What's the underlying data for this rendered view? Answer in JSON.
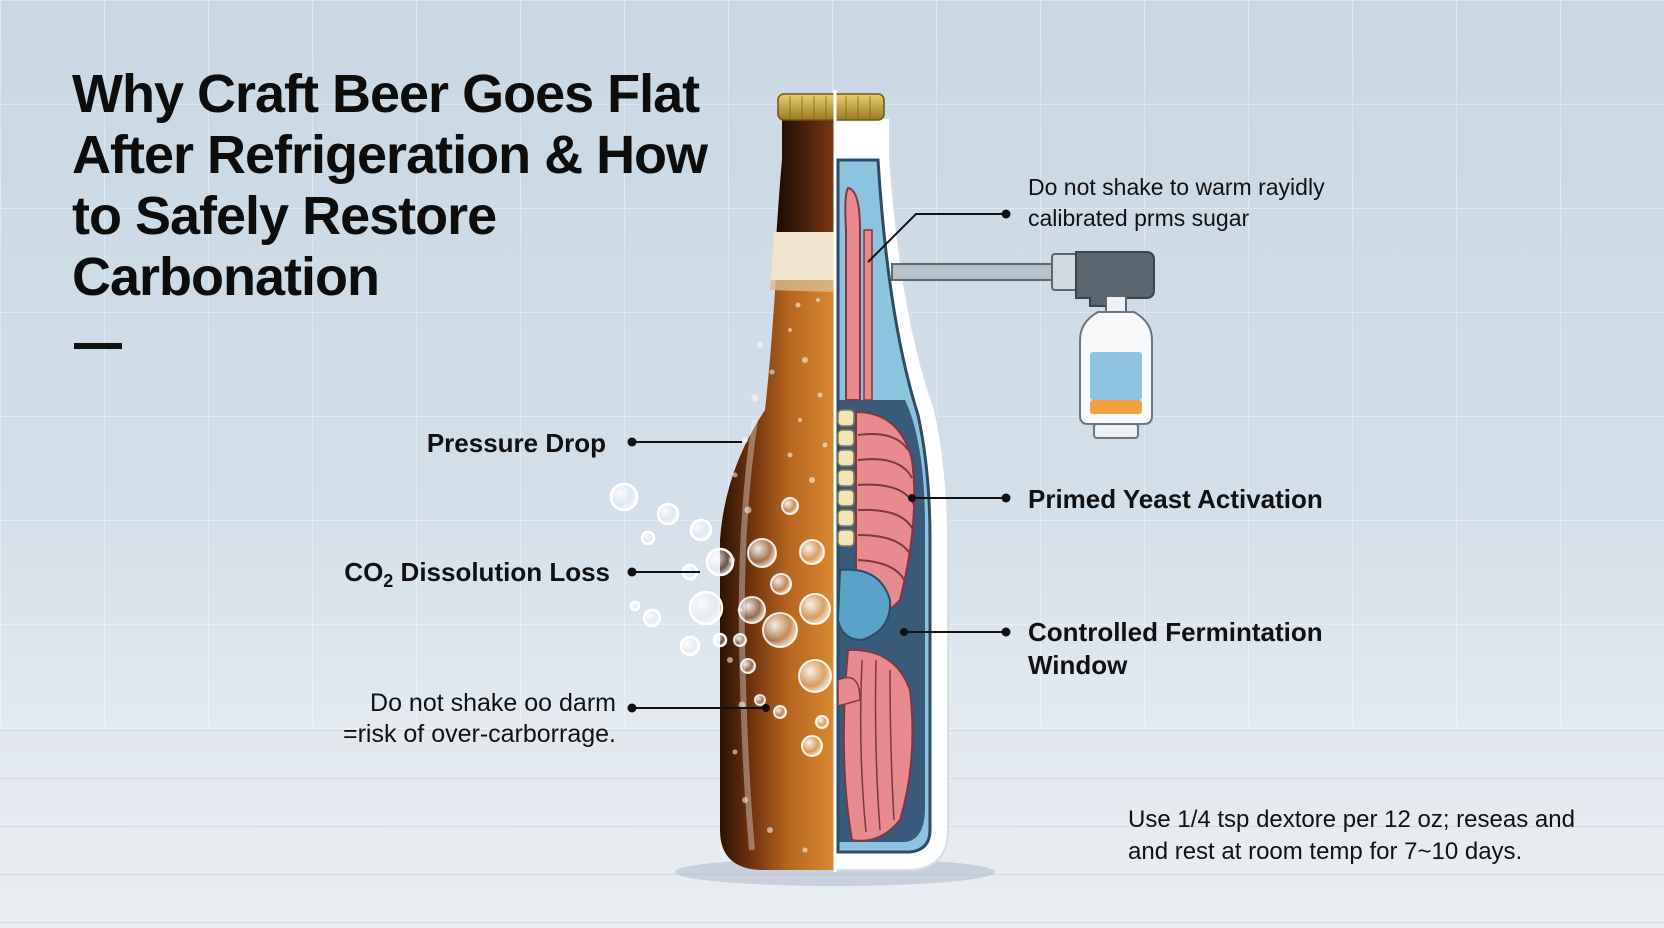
{
  "title": "Why Craft Beer Goes Flat After Refrigeration & How to Safely Restore Carbonation",
  "labels": {
    "pressure_drop": "Pressure Drop",
    "co2_prefix": "CO",
    "co2_sub": "2",
    "co2_suffix": " Dissolution Loss",
    "warning_left_line1": "Do not shake oo darm",
    "warning_left_line2": "=risk of over-carborrage.",
    "warning_right_line1": "Do not shake to warm rayidly",
    "warning_right_line2": "calibrated prms sugar",
    "primed_yeast": "Primed Yeast Activation",
    "controlled_line1": "Controlled Fermintation",
    "controlled_line2": "Window",
    "instruction_line1": "Use 1/4 tsp dextore per 12 oz; reseas and",
    "instruction_line2": "and rest at room temp for 7~10 days."
  },
  "colors": {
    "background": "#d0dde8",
    "beer_amber": "#a5561a",
    "glass_dark": "#3a1a08",
    "cap_gold": "#c9a640",
    "cutaway_blue": "#8cc3df",
    "organ_pink": "#e98a8f",
    "dropper_liquid": "#f0a040",
    "device_gray": "#5b6770"
  },
  "icons": {
    "bubbles": "co2-bubbles-icon",
    "dropper": "sugar-dropper-icon",
    "bottle": "beer-bottle-icon"
  }
}
